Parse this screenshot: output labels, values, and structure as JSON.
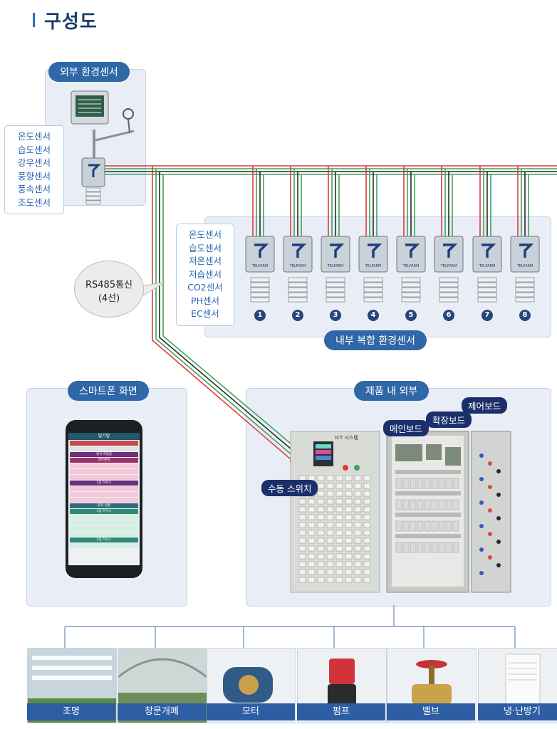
{
  "page_title": "구성도",
  "external": {
    "label": "외부 환경센서",
    "sensors": [
      "온도센서",
      "습도센서",
      "강우센서",
      "풍향센서",
      "풍속센서",
      "조도센서"
    ]
  },
  "internal": {
    "label": "내부 복합 환경센서",
    "sensors": [
      "온도센서",
      "습도센서",
      "저온센서",
      "저습센서",
      "CO2센서",
      "PH센서",
      "EC센서"
    ],
    "brand": "TELFARM",
    "units": [
      "1",
      "2",
      "3",
      "4",
      "5",
      "6",
      "7",
      "8"
    ]
  },
  "comm_callout": {
    "line1": "RS485통신",
    "line2": "(4선)"
  },
  "smartphone": {
    "label": "스마트폰 화면",
    "app_title": "딸기밭",
    "screen_sections": [
      "센서 측정값",
      "외부환경",
      "1동 하우스",
      "동작 상황",
      "1동 하우스",
      "2동 하우스"
    ]
  },
  "product": {
    "label": "제품 내 외부",
    "panel_title": "ICT 시스템",
    "tags": {
      "main_board": "메인보드",
      "ext_board": "확장보드",
      "ctrl_board": "제어보드",
      "manual_switch": "수동 스위치"
    }
  },
  "devices": [
    {
      "label": "조명",
      "icon": "lighting-icon"
    },
    {
      "label": "창문개폐",
      "icon": "window-icon"
    },
    {
      "label": "모터",
      "icon": "motor-icon"
    },
    {
      "label": "펌프",
      "icon": "pump-icon"
    },
    {
      "label": "밸브",
      "icon": "valve-icon"
    },
    {
      "label": "냉·난방기",
      "icon": "aircon-icon"
    }
  ],
  "colors": {
    "accent": "#2f67a7",
    "wire_red": "#e0393e",
    "wire_green": "#3aa35a",
    "wire_black": "#2a2a2a"
  }
}
